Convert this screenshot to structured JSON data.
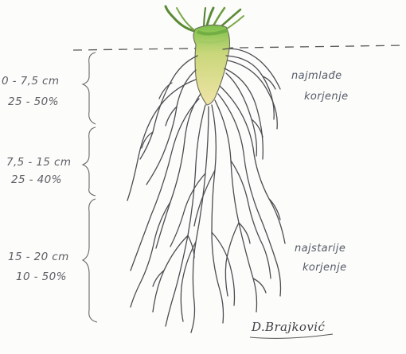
{
  "depth_zones": [
    {
      "depth": "0 - 7,5 cm",
      "share": "25 - 50%"
    },
    {
      "depth": "7,5 - 15 cm",
      "share": "25 - 40%"
    },
    {
      "depth": "15 - 20 cm",
      "share": "10 - 50%"
    }
  ],
  "root_labels": {
    "youngest_line1": "najmlađe",
    "youngest_line2": "korjenje",
    "oldest_line1": "najstarije",
    "oldest_line2": "korjenje"
  },
  "signature": "D.Brajković",
  "colors": {
    "roots": "#4d4d52",
    "crown_green": "#7cc04a",
    "crown_yellow": "#e5d98a",
    "leaves": "#5a8a35",
    "soil_line": "#555555"
  }
}
